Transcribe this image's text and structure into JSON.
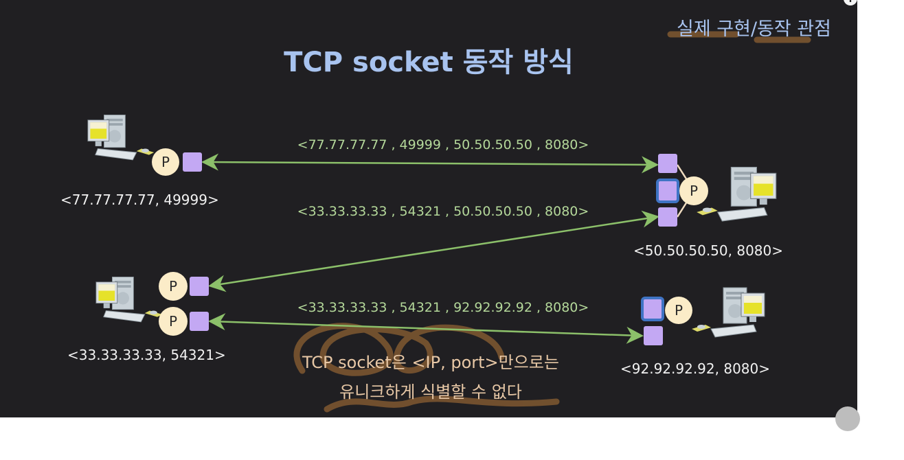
{
  "slide": {
    "title": "TCP socket 동작 방식",
    "subtitle": "실제 구현/동작 관점",
    "hosts": [
      {
        "address": "<77.77.77.77, 49999>"
      },
      {
        "address": "<50.50.50.50, 8080>"
      },
      {
        "address": "<33.33.33.33, 54321>"
      },
      {
        "address": "<92.92.92.92, 8080>"
      }
    ],
    "process_label": "P",
    "connections": [
      {
        "tuple": "<77.77.77.77 , 49999 , 50.50.50.50 , 8080>"
      },
      {
        "tuple": "<33.33.33.33 , 54321 , 50.50.50.50 , 8080>"
      },
      {
        "tuple": "<33.33.33.33 , 54321 , 92.92.92.92 , 8080>"
      }
    ],
    "note_line1": "TCP socket은 <IP, port>만으로는",
    "note_line2": "유니크하게 식별할 수 없다"
  },
  "player": {
    "info_icon": "i"
  },
  "colors": {
    "background": "#201f22",
    "title": "#a8c3ef",
    "arrow": "#8cc06a",
    "socket": "#c3a8f3",
    "socket_highlight": "#3f74c4",
    "process": "#fbecc8",
    "annotation": "#7a5530"
  }
}
